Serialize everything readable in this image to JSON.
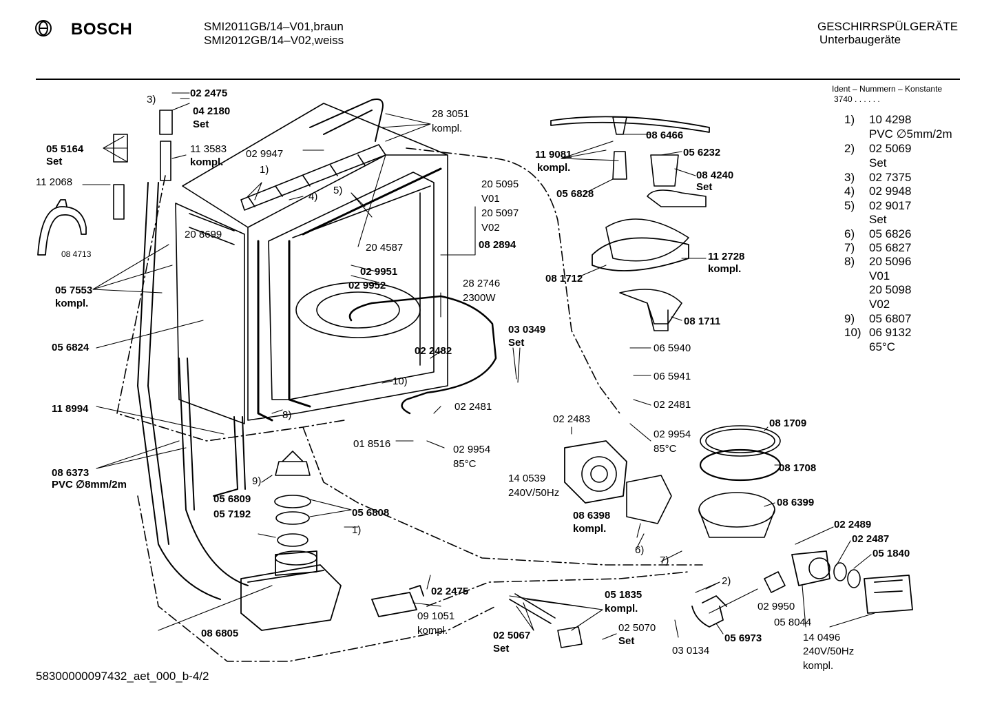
{
  "header": {
    "brand": "BOSCH",
    "model_1": "SMI2011GB/14–V01,braun",
    "model_2": "SMI2012GB/14–V02,weiss",
    "category": "GESCHIRRSPÜLGERÄTE",
    "subcategory": "Unterbaugeräte"
  },
  "ident": {
    "title": "Ident – Nummern – Konstante",
    "value": "3740  .  .  .  .  .  ."
  },
  "legend": [
    {
      "num": "1)",
      "text": "10 4298"
    },
    {
      "num": "",
      "text": "PVC ∅5mm/2m"
    },
    {
      "num": "2)",
      "text": "02 5069"
    },
    {
      "num": "",
      "text": "Set"
    },
    {
      "num": "3)",
      "text": "02 7375"
    },
    {
      "num": "4)",
      "text": "02 9948"
    },
    {
      "num": "5)",
      "text": "02 9017"
    },
    {
      "num": "",
      "text": "Set"
    },
    {
      "num": "6)",
      "text": "05 6826"
    },
    {
      "num": "7)",
      "text": "05 6827"
    },
    {
      "num": "8)",
      "text": "20 5096"
    },
    {
      "num": "",
      "text": "V01"
    },
    {
      "num": "",
      "text": "20 5098"
    },
    {
      "num": "",
      "text": "V02"
    },
    {
      "num": "9)",
      "text": "05 6807"
    },
    {
      "num": "10)",
      "text": "06 9132"
    },
    {
      "num": "",
      "text": "65°C"
    }
  ],
  "labels": {
    "l022475a": "02 2475",
    "l3": "3)",
    "l042180": "04 2180",
    "l042180set": "Set",
    "l055164": "05 5164",
    "l055164set": "Set",
    "l113583": "11 3583",
    "l113583k": "kompl.",
    "l112068": "11 2068",
    "l084713": "08 4713",
    "l029947": "02 9947",
    "l1a": "1)",
    "l4": "4)",
    "l283051": "28 3051",
    "l283051k": "kompl.",
    "l5": "5)",
    "l205095": "20 5095",
    "lv01": "V01",
    "l205097": "20 5097",
    "lv02": "V02",
    "l208699": "20 8699",
    "l204587": "20 4587",
    "l082894": "08 2894",
    "l029951": "02 9951",
    "l029952": "02 9952",
    "l057553": "05 7553",
    "l057553k": "kompl.",
    "l282746": "28 2746",
    "l2300w": "2300W",
    "l056824": "05 6824",
    "l030349": "03 0349",
    "l030349set": "Set",
    "l022482": "02 2482",
    "l10": "10)",
    "l8": "8)",
    "l118994": "11 8994",
    "l022481a": "02 2481",
    "l018516": "01 8516",
    "l029954a": "02 9954",
    "l85ca": "85°C",
    "l086373": "08 6373",
    "l086373pvc": "PVC ∅8mm/2m",
    "l9": "9)",
    "l056809": "05 6809",
    "l057192": "05 7192",
    "l056808": "05 6808",
    "l1b": "1)",
    "l022475b": "02 2475",
    "l091051": "09 1051",
    "l091051k": "kompl.",
    "l086805": "08 6805",
    "l051835": "05 1835",
    "l051835k": "kompl.",
    "l025067": "02 5067",
    "l025067set": "Set",
    "l025070": "02 5070",
    "l025070set": "Set",
    "l119081": "11 9081",
    "l119081k": "kompl.",
    "l086466": "08 6466",
    "l056232": "05 6232",
    "l084240": "08 4240",
    "l084240set": "Set",
    "l056828": "05 6828",
    "l112728": "11 2728",
    "l112728k": "kompl.",
    "l081712": "08 1712",
    "l081711": "08 1711",
    "l065940": "06 5940",
    "l065941": "06 5941",
    "l022481b": "02 2481",
    "l022483": "02 2483",
    "l029954b": "02 9954",
    "l85cb": "85°C",
    "l081709": "08 1709",
    "l081708": "08 1708",
    "l140539": "14 0539",
    "l240a": "240V/50Hz",
    "l086399": "08 6399",
    "l086398": "08 6398",
    "l086398k": "kompl.",
    "l6": "6)",
    "l7": "7)",
    "l022489": "02 2489",
    "l022487": "02 2487",
    "l051840": "05 1840",
    "l2": "2)",
    "l029950": "02 9950",
    "l058044": "05 8044",
    "l140496": "14 0496",
    "l240b": "240V/50Hz",
    "l140496k": "kompl.",
    "l056973": "05 6973",
    "l030134": "03 0134"
  },
  "footer": {
    "code": "58300000097432_aet_000_b-4/2"
  }
}
